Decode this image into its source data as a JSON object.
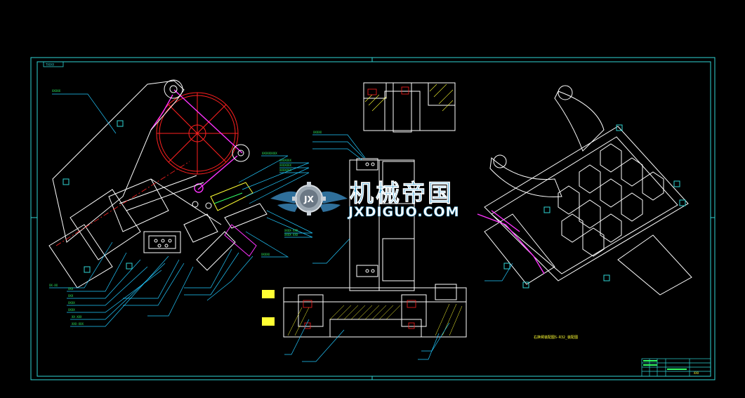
{
  "watermark": {
    "cn": "机械帝国",
    "en": "JXDIGUO.COM",
    "badge": "JX"
  },
  "drawing": {
    "title_box_top_left": "TXXXX",
    "note_bottom_right": "右换臂装配图S-R32_装配图",
    "title_block_label": "XXX"
  },
  "colors": {
    "frame": "#2fd3d3",
    "outline": "#ffffff",
    "magenta": "#ff33ff",
    "red": "#ff2020",
    "yellow": "#ffff33",
    "green": "#33ff66",
    "leader": "#22c9ff",
    "watermark_cn": "#3ea0d0",
    "watermark_en": "#ffffff"
  },
  "callouts_left": [
    "XXXXX",
    "XX-XX",
    "XXX",
    "XXX",
    "XXXX",
    "XXXX",
    "XX-XXX",
    "XXX-XXX"
  ],
  "callouts_mid": [
    "XXXXXXXXX",
    "XXXXXXX",
    "XXXXXXX",
    "XXXXXXX",
    "XXXXX"
  ],
  "callouts_center": [
    "XXXXX",
    "XXXX-XXX",
    "XXXX-XXX"
  ]
}
